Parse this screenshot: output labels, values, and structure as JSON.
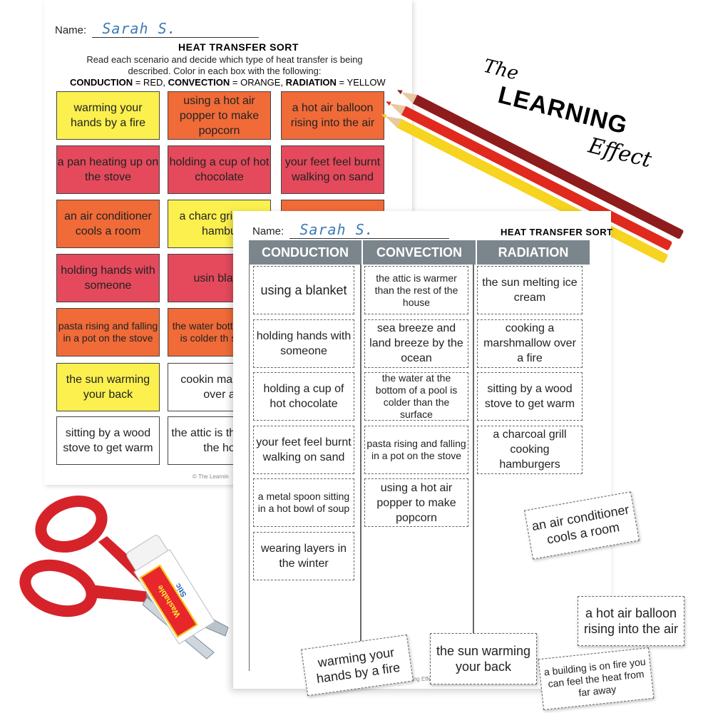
{
  "worksheet": {
    "name_label": "Name:",
    "student_name": "Sarah S.",
    "title": "HEAT TRANSFER SORT",
    "instructions": "Read each scenario and decide which type of heat transfer is being described. Color in each box with the following:",
    "key": {
      "conduction_label": "CONDUCTION",
      "conduction_value": " = RED, ",
      "convection_label": "CONVECTION",
      "convection_value": " = ORANGE, ",
      "radiation_label": "RADIATION",
      "radiation_value": " = YELLOW"
    },
    "footer": "© The Learnin",
    "cells": [
      {
        "text": "warming your hands by a fire",
        "color": "yellow"
      },
      {
        "text": "using a hot air popper to make popcorn",
        "color": "orange"
      },
      {
        "text": "a hot air balloon rising into the air",
        "color": "orange"
      },
      {
        "text": "a pan heating up on the stove",
        "color": "red"
      },
      {
        "text": "holding a cup of hot chocolate",
        "color": "red"
      },
      {
        "text": "your feet feel burnt walking on sand",
        "color": "red"
      },
      {
        "text": "an air conditioner cools a room",
        "color": "orange"
      },
      {
        "text": "a charc grill coo hambu",
        "color": "yellow"
      },
      {
        "text": "",
        "color": "orange"
      },
      {
        "text": "holding hands with someone",
        "color": "red"
      },
      {
        "text": "usin blank",
        "color": "red"
      },
      {
        "text": "",
        "color": "white"
      },
      {
        "text": "pasta rising and falling in a pot on the stove",
        "color": "orange"
      },
      {
        "text": "the water bottom of a is colder th surfac",
        "color": "orange"
      },
      {
        "text": "",
        "color": "white"
      },
      {
        "text": "the sun warming your back",
        "color": "yellow"
      },
      {
        "text": "cookin marshm over a",
        "color": "white"
      },
      {
        "text": "",
        "color": "white"
      },
      {
        "text": "sitting by a wood stove to get warm",
        "color": "white"
      },
      {
        "text": "the attic is than the the ho",
        "color": "white"
      },
      {
        "text": "",
        "color": "white"
      }
    ]
  },
  "brand": {
    "part1": "The",
    "part2": "LEARNING",
    "part3": "Effect"
  },
  "colors": {
    "red": "#e44a5c",
    "orange": "#f06b38",
    "yellow": "#fbf04e",
    "header_gray": "#7b858c"
  },
  "sort_sheet": {
    "name_label": "Name:",
    "student_name": "Sarah S.",
    "title": "HEAT TRANSFER SORT",
    "footer": "ing Effect",
    "columns": [
      {
        "header": "CONDUCTION",
        "cards": [
          "using a blanket",
          "holding hands with someone",
          "holding a cup of hot chocolate",
          "your feet feel burnt walking on sand",
          "a metal spoon sitting in a hot bowl of soup",
          "wearing layers in the winter"
        ]
      },
      {
        "header": "CONVECTION",
        "cards": [
          "the attic is warmer than the rest of the house",
          "sea breeze and land breeze by the ocean",
          "the water at the bottom of a pool is colder than the surface",
          "pasta rising and falling in a pot on the stove",
          "using a hot air popper to make popcorn"
        ]
      },
      {
        "header": "RADIATION",
        "cards": [
          "the sun melting ice cream",
          "cooking a marshmallow over a fire",
          "sitting by a wood stove to get warm",
          "a charcoal grill cooking hamburgers"
        ]
      }
    ]
  },
  "loose_cards": [
    "an air conditioner cools a room",
    "a hot air balloon rising into the air",
    "warming your hands by a fire",
    "the sun warming your back",
    "a building is on fire you can feel the heat from far away"
  ],
  "glue_stick": {
    "label": "Washable",
    "brand_text": "Stic"
  },
  "icons": {
    "scissors": "scissors-icon",
    "glue": "glue-stick-icon",
    "pencils": "colored-pencils-icon"
  }
}
